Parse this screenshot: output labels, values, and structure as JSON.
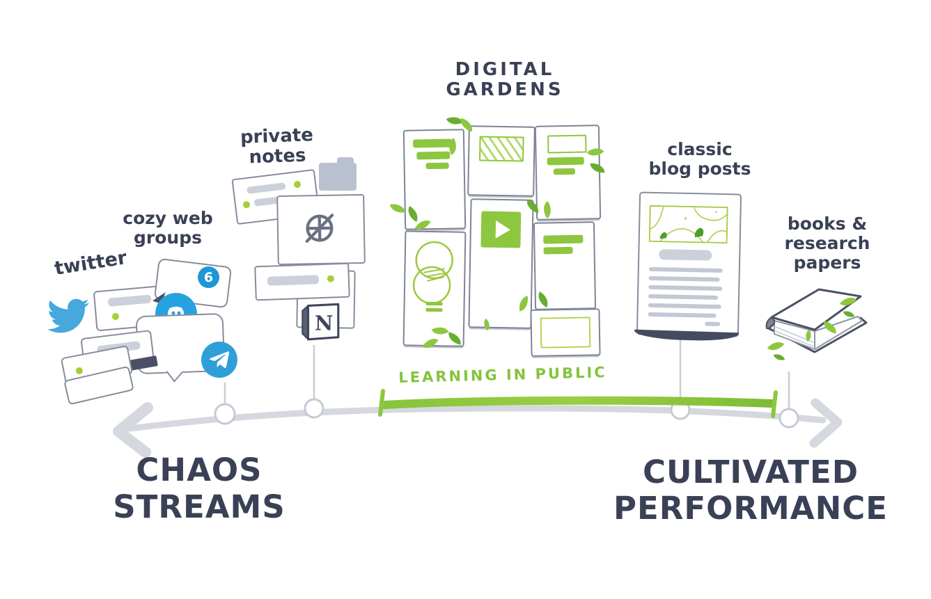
{
  "colors": {
    "green": "#8dc63f",
    "green_text": "#84c43c",
    "green_dark": "#67ae2f",
    "navy": "#3a4156",
    "outline": "#868c9c",
    "gray_fill": "#ccd0db",
    "axis": "#d6d8e0",
    "twitter_blue": "#46a8dc",
    "discord_blue": "#27a2e0",
    "telegram_blue": "#2f9fd9",
    "badge_blue": "#1f96d6",
    "folder_gray": "#b9c0cf"
  },
  "spectrum": {
    "left_line1": "CHAOS",
    "left_line2": "STREAMS",
    "right_line1": "CULTIVATED",
    "right_line2": "PERFORMANCE",
    "band_label": "LEARNING IN PUBLIC"
  },
  "clusters": {
    "twitter": {
      "label": "twitter"
    },
    "cozy_web": {
      "label_line1": "cozy web",
      "label_line2": "groups",
      "badge_count": "6"
    },
    "private_notes": {
      "label_line1": "private",
      "label_line2": "notes",
      "notion_letter": "N"
    },
    "digital_gardens": {
      "label_line1": "DIGITAL",
      "label_line2": "GARDENS"
    },
    "blog_posts": {
      "label_line1": "classic",
      "label_line2": "blog posts"
    },
    "books": {
      "label_line1": "books &",
      "label_line2": "research",
      "label_line3": "papers"
    }
  },
  "icons": {
    "twitter_bird": "twitter bird",
    "discord": "discord mascot in blue circle",
    "telegram": "paper plane in blue circle",
    "notification_badge": "unread count bubble",
    "folder": "file folder",
    "unpublished": "crossed-out circle (no publishing)",
    "notion": "notion N cube",
    "play": "video play button",
    "venn": "venn diagram note",
    "leaf": "garden leaf",
    "book": "hardcover book with leaves",
    "axis_arrow": "double-ended spectrum arrow"
  }
}
